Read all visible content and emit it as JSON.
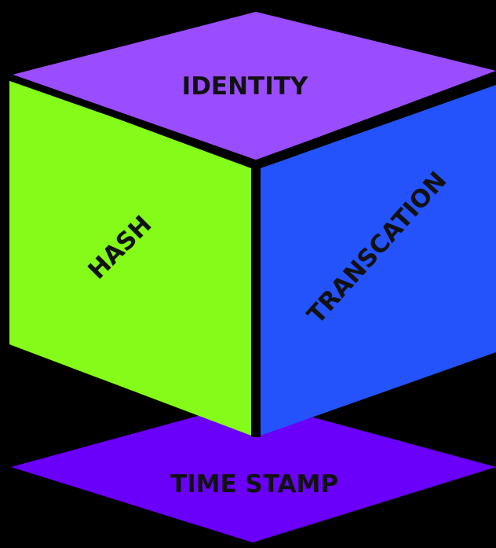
{
  "diagram": {
    "labels": {
      "top": "IDENTITY",
      "left": "HASH",
      "right": "TRANSCATION",
      "bottom": "TIME STAMP"
    },
    "colors": {
      "background": "#000000",
      "top_face": "#9a4dff",
      "left_face": "#84fb18",
      "right_face": "#2453fb",
      "bottom_face": "#6a00f9",
      "edge": "#000000",
      "label_text": "#111111"
    }
  }
}
